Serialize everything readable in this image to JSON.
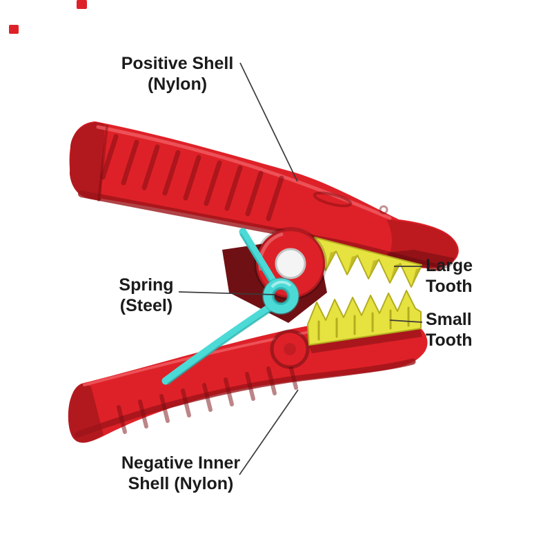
{
  "diagram": {
    "labels": {
      "positive_shell": {
        "line1": "Positive Shell",
        "line2": "(Nylon)"
      },
      "spring": {
        "line1": "Spring",
        "line2": "(Steel)"
      },
      "large_tooth": {
        "line1": "Large",
        "line2": "Tooth"
      },
      "small_tooth": {
        "line1": "Small",
        "line2": "Tooth"
      },
      "negative_shell": {
        "line1": "Negative Inner",
        "line2": "Shell (Nylon)"
      }
    },
    "colors": {
      "background": "#ffffff",
      "shell_red": "#de2128",
      "shell_red_dark": "#b2191e",
      "shell_red_deep": "#6f1114",
      "tooth_yellow": "#e6e23f",
      "tooth_yellow_dark": "#b3ad1f",
      "spring_cyan": "#4cdad7",
      "spring_cyan_dark": "#22a9a6",
      "label_text": "#1b1b1b",
      "leader_line": "#3a3a3a"
    }
  }
}
